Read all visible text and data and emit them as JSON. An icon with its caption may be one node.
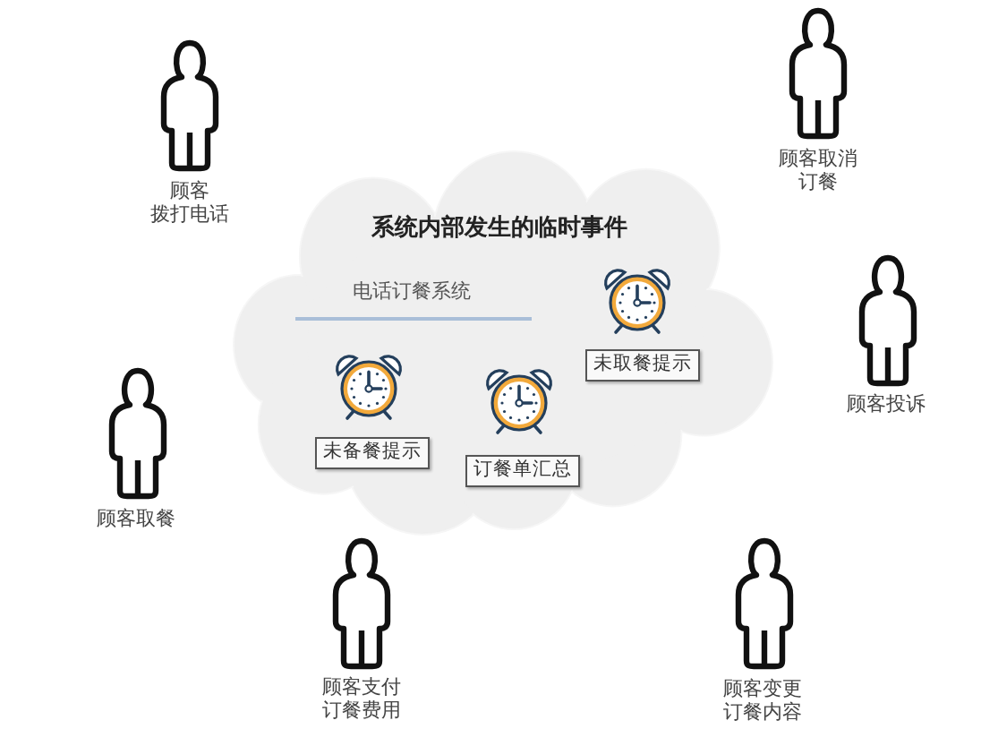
{
  "diagram": {
    "nodes": [
      {
        "text": [
          "系统内部发生的临时事件",
          "电话订餐系统"
        ]
      },
      {
        "text": [
          "未取餐提示"
        ],
        "in": 0
      },
      {
        "text": [
          "未备餐提示"
        ],
        "in": 0
      },
      {
        "text": [
          "订餐单汇总"
        ],
        "in": 0
      }
    ],
    "labels": [
      "顾客拨打电话",
      "顾客取消订餐",
      "顾客投诉",
      "顾客取餐",
      "顾客变更订餐内容",
      "顾客支付订餐费用"
    ]
  }
}
